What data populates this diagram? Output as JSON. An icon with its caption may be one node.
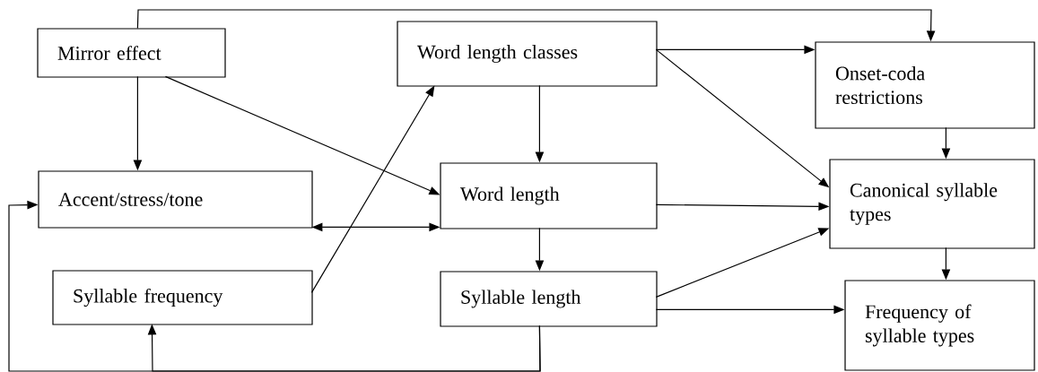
{
  "diagram": {
    "nodes": [
      {
        "text": [
          "Mirror effect"
        ]
      },
      {
        "text": [
          "Word length classes"
        ]
      },
      {
        "text": [
          "Onset-coda restrictions"
        ]
      },
      {
        "text": [
          "Accent/stress/tone"
        ]
      },
      {
        "text": [
          "Word length"
        ]
      },
      {
        "text": [
          "Canonical syllable types"
        ]
      },
      {
        "text": [
          "Syllable frequency"
        ]
      },
      {
        "text": [
          "Syllable length"
        ]
      },
      {
        "text": [
          "Frequency of syllable types"
        ]
      }
    ],
    "edges": [
      {
        "from": 0,
        "to": 2,
        "arrow": "to"
      },
      {
        "from": 0,
        "to": 3,
        "arrow": "to"
      },
      {
        "from": 0,
        "to": 4,
        "arrow": "to"
      },
      {
        "from": 6,
        "to": 1,
        "arrow": "to"
      },
      {
        "from": 3,
        "to": 4,
        "arrow": "both"
      },
      {
        "from": 1,
        "to": 2,
        "arrow": "to"
      },
      {
        "from": 1,
        "to": 5,
        "arrow": "to"
      },
      {
        "from": 1,
        "to": 4,
        "arrow": "to"
      },
      {
        "from": 4,
        "to": 5,
        "arrow": "to"
      },
      {
        "from": 4,
        "to": 7,
        "arrow": "to"
      },
      {
        "from": 7,
        "to": 5,
        "arrow": "to"
      },
      {
        "from": 7,
        "to": 8,
        "arrow": "to"
      },
      {
        "from": 2,
        "to": 5,
        "arrow": "to"
      },
      {
        "from": 5,
        "to": 8,
        "arrow": "to"
      },
      {
        "from": 7,
        "to": 6,
        "arrow": "to"
      },
      {
        "from": 7,
        "to": 3,
        "arrow": "to"
      }
    ]
  }
}
